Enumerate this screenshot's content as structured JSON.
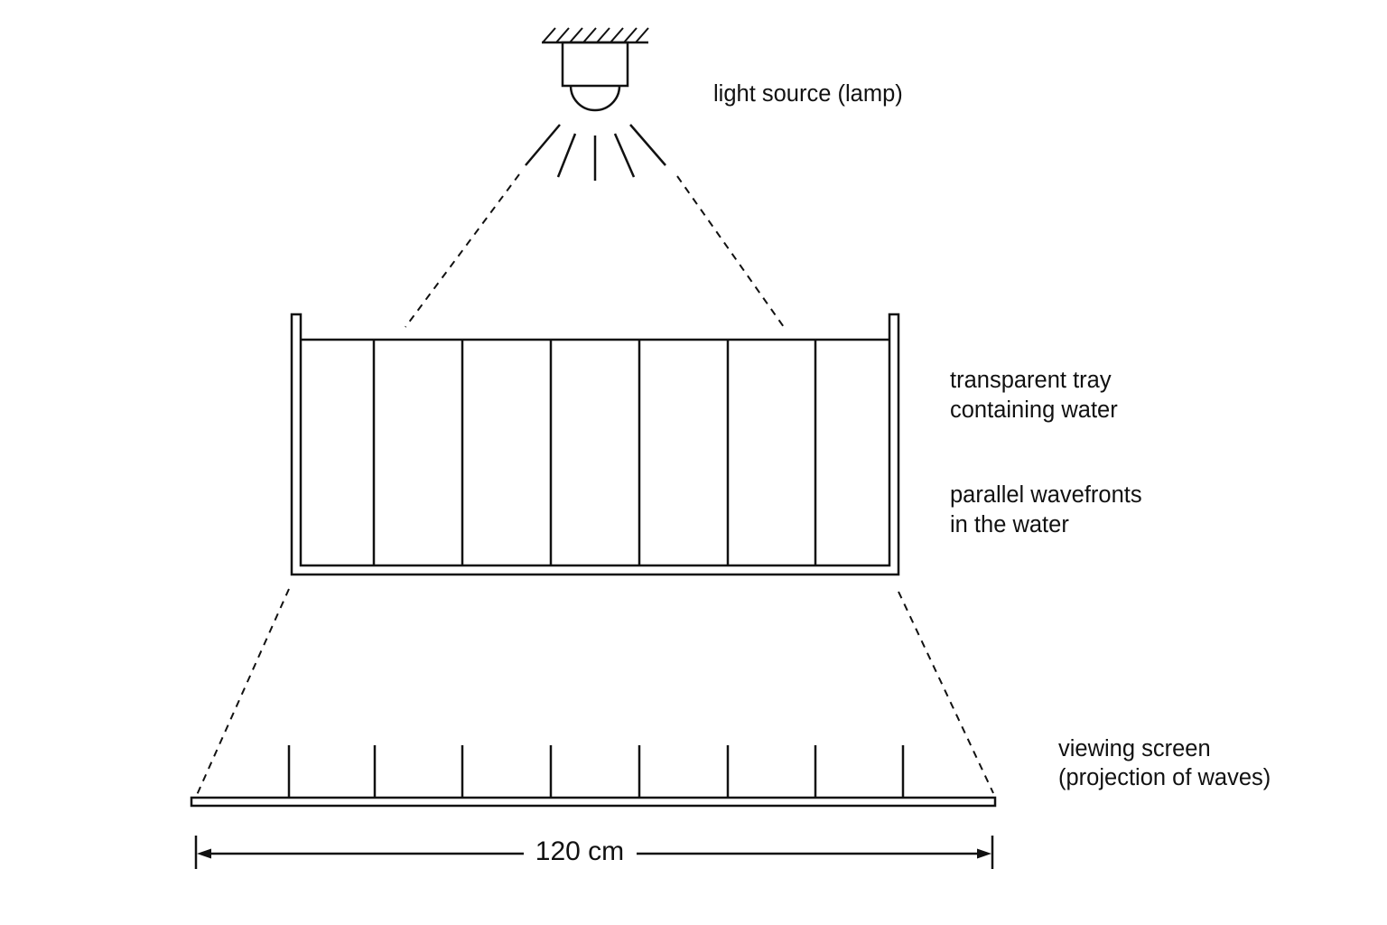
{
  "labels": {
    "light_source": "light source (lamp)",
    "tray_line1": "transparent tray",
    "tray_line2": "containing water",
    "wavefronts_line1": "parallel wavefronts",
    "wavefronts_line2": "in the water",
    "screen_line1": "viewing screen",
    "screen_line2": "(projection of waves)"
  },
  "dimension": {
    "screen_width": "120 cm"
  },
  "colors": {
    "stroke": "#111111",
    "background": "#ffffff"
  }
}
